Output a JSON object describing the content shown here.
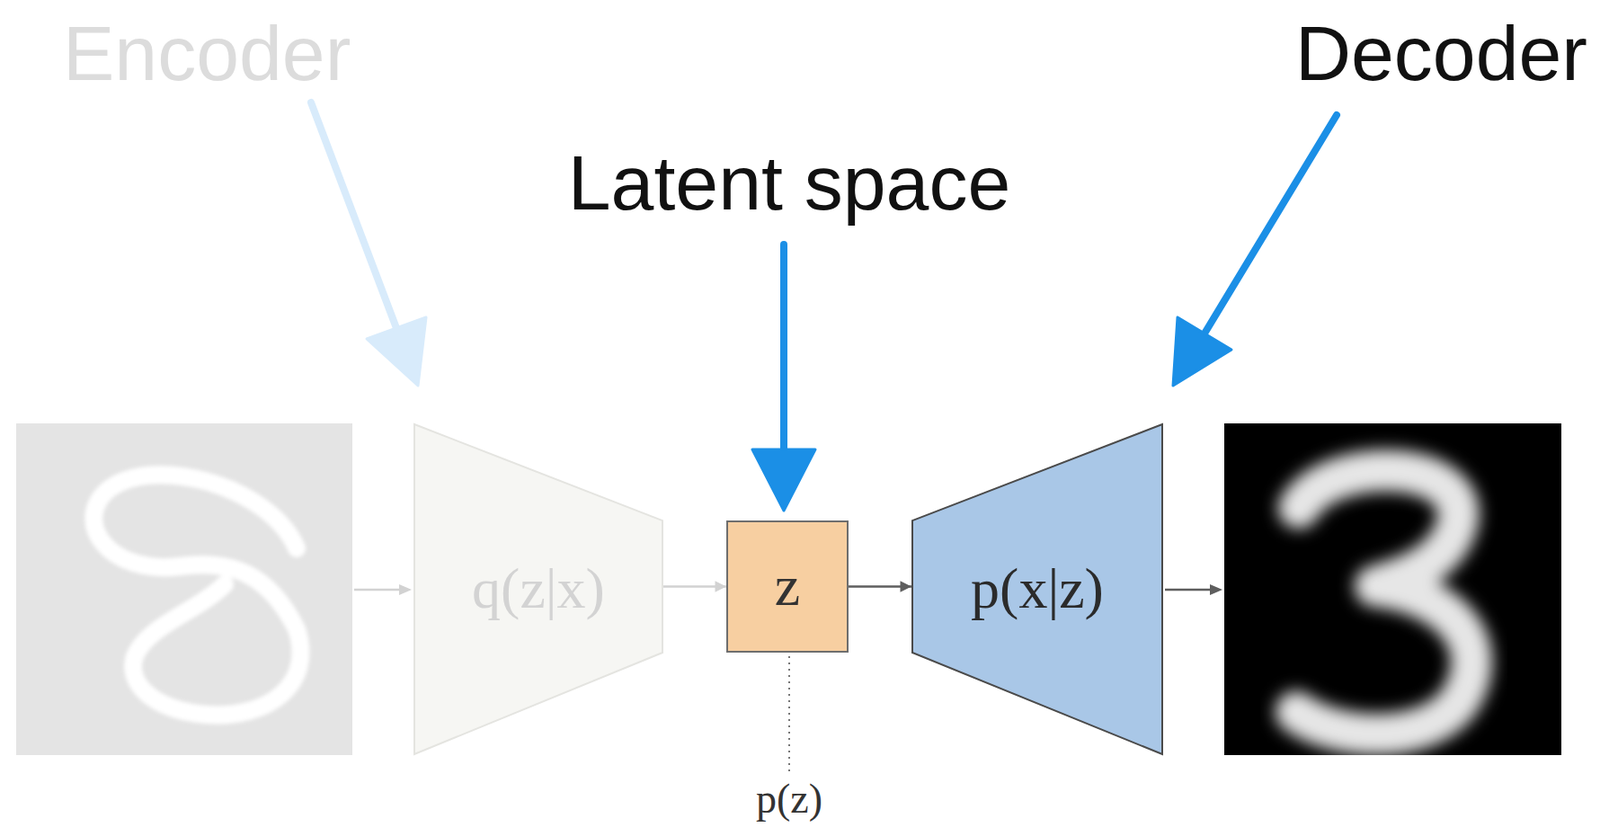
{
  "diagram": {
    "nodes": [
      {
        "text": [
          "q(z|x)"
        ]
      },
      {
        "text": [
          "z"
        ]
      },
      {
        "text": [
          "p(x|z)"
        ]
      }
    ],
    "edges": [
      {
        "from": 0,
        "to": 1,
        "arrow": "to"
      },
      {
        "from": 1,
        "to": 2,
        "arrow": "to"
      }
    ],
    "labels": [
      "Encoder",
      "Latent space",
      "Decoder",
      "p(z)"
    ]
  }
}
